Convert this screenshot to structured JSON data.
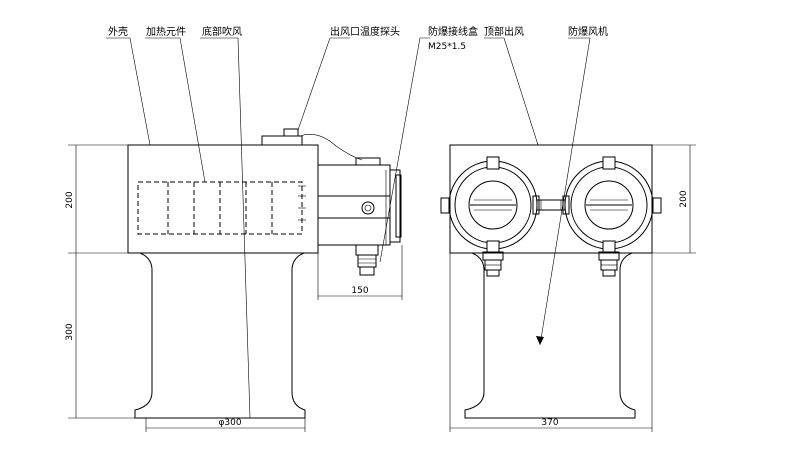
{
  "labels": {
    "outer_shell": "外壳",
    "heating_element": "加热元件",
    "bottom_air_intake": "底部吹风",
    "outlet_temp_probe": "出风口温度探头",
    "explosion_proof_box": "防爆接线盒",
    "thread_spec": "M25*1.5",
    "top_air_outlet": "顶部出风",
    "explosion_proof_fan": "防爆风机"
  },
  "dimensions": {
    "front_top_height": "200",
    "front_bottom_height": "300",
    "box_depth": "150",
    "base_diameter": "φ300",
    "side_height": "200",
    "side_width": "370"
  },
  "colors": {
    "line": "#000000",
    "background": "#ffffff"
  }
}
